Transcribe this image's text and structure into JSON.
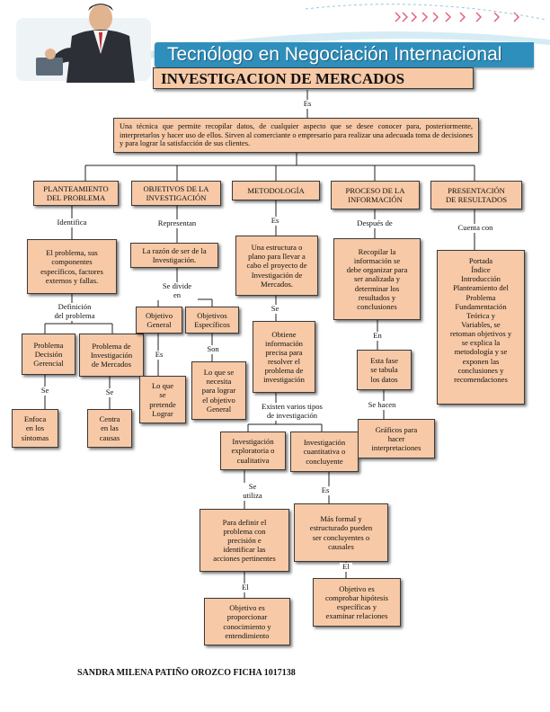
{
  "header": {
    "banner": "Tecnólogo en Negociación Internacional",
    "title": "INVESTIGACION DE MERCADOS",
    "connector": "Es"
  },
  "definition": "Una técnica que permite recopilar datos, de cualquier aspecto que se desee conocer para, posteriormente, interpretarlos y hacer uso de ellos. Sirven al comerciante o empresario para realizar una adecuada toma de decisiones y para lograr la satisfacción de sus clientes.",
  "branches": {
    "planteamiento": {
      "title": "PLANTEAMIENTO\nDEL PROBLEMA",
      "link1": "Identifica",
      "box1": "El problema, sus\ncomponentes\nespecíficos, factores\nexternos y fallas.",
      "link2": "Definición\ndel problema",
      "box2a": "Problema\nDecisión\nGerencial",
      "box2b": "Problema de\nInvestigación\nde Mercados",
      "link3a": "Se",
      "link3b": "Se",
      "box3a": "Enfoca\nen los\nsíntomas",
      "box3b": "Centra\nen las\ncausas"
    },
    "objetivos": {
      "title": "OBJETIVOS DE LA\nINVESTIGACIÓN",
      "link1": "Representan",
      "box1": "La razón de ser de la\nInvestigación.",
      "link2": "Se divide\nen",
      "box2a": "Objetivo\nGeneral",
      "box2b": "Objetivos\nEspecíficos",
      "link3a": "Es",
      "link3b": "Son",
      "box3a": "Lo que\nse\npretende\nLograr",
      "box3b": "Lo que se\nnecesita\npara lograr\nel objetivo\nGeneral"
    },
    "metodologia": {
      "title": "METODOLOGÍA",
      "link1": "Es",
      "box1": "Una estructura o\nplano para llevar a\ncabo el proyecto de\nInvestigación de\nMercados.",
      "link2": "Se",
      "box2": "Obtiene\ninformación\nprecisa para\nresolver el\nproblema de\ninvestigación",
      "link3": "Existen varios tipos\nde investigación",
      "box3a": "Investigación\nexploratoria o\ncualitativa",
      "box3b": "Investigación\ncuantitativa o\nconcluyente",
      "link4a": "Se\nutiliza",
      "link4b": "Es",
      "box4a": "Para definir el\nproblema con\nprecisión e\nidentificar las\nacciones pertinentes",
      "box4b": "Más formal y\nestructurado pueden\nser concluyentes o\ncausales",
      "link5a": "El",
      "link5b": "El",
      "box5a": "Objetivo es\nproporcionar\nconocimiento y\nentendimiento",
      "box5b": "Objetivo es\ncomprobar hipótesis\nespecíficas y\nexaminar relaciones"
    },
    "proceso": {
      "title": "PROCESO DE LA\nINFORMACIÓN",
      "link1": "Después de",
      "box1": "Recopilar la\ninformación se\ndebe organizar para\nser analizada y\ndeterminar los\nresultados y\nconclusiones",
      "link2": "En",
      "box2": "Esta fase\nse tabula\nlos datos",
      "link3": "Se hacen",
      "box3": "Gráficos para\nhacer\ninterpretaciones"
    },
    "presentacion": {
      "title": "PRESENTACIÓN\nDE RESULTADOS",
      "link1": "Cuenta con",
      "box1": "Portada\nÍndice\nIntroducción\nPlanteamiento del\nProblema\nFundamentación\nTeórica y\nVariables, se\nretoman objetivos y\nse explica la\nmetodología y se\nexponen las\nconclusiones y\nrecomendaciones"
    }
  },
  "footer": "SANDRA MILENA PATIÑO OROZCO FICHA 1017138",
  "colors": {
    "box_fill": "#f7c9a6",
    "banner": "#2f8fbc",
    "border": "#3a3a3a"
  }
}
